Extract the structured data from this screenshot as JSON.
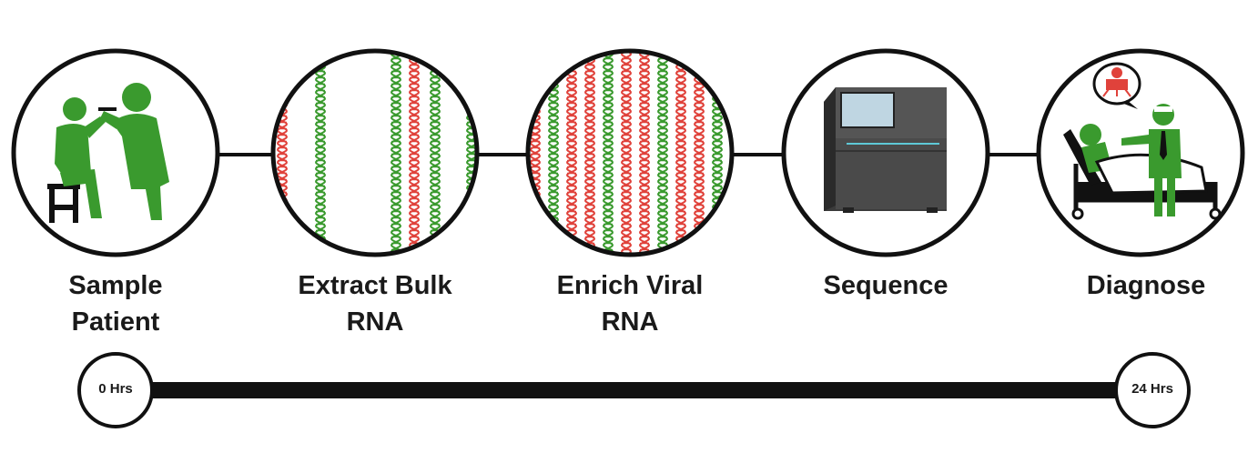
{
  "steps": [
    {
      "label": "Sample\nPatient",
      "icon": "patient-sampling-icon"
    },
    {
      "label": "Extract Bulk\nRNA",
      "icon": "bulk-rna-icon"
    },
    {
      "label": "Enrich Viral\nRNA",
      "icon": "viral-rna-icon"
    },
    {
      "label": "Sequence",
      "icon": "sequencer-icon"
    },
    {
      "label": "Diagnose",
      "icon": "doctor-diagnosis-icon"
    }
  ],
  "timeline": {
    "start_label": "0 Hrs",
    "end_label": "24 Hrs"
  },
  "colors": {
    "green": "#3a9a2e",
    "red": "#e0423b",
    "dark": "#111111",
    "sequencer": "#4a4a4a"
  }
}
